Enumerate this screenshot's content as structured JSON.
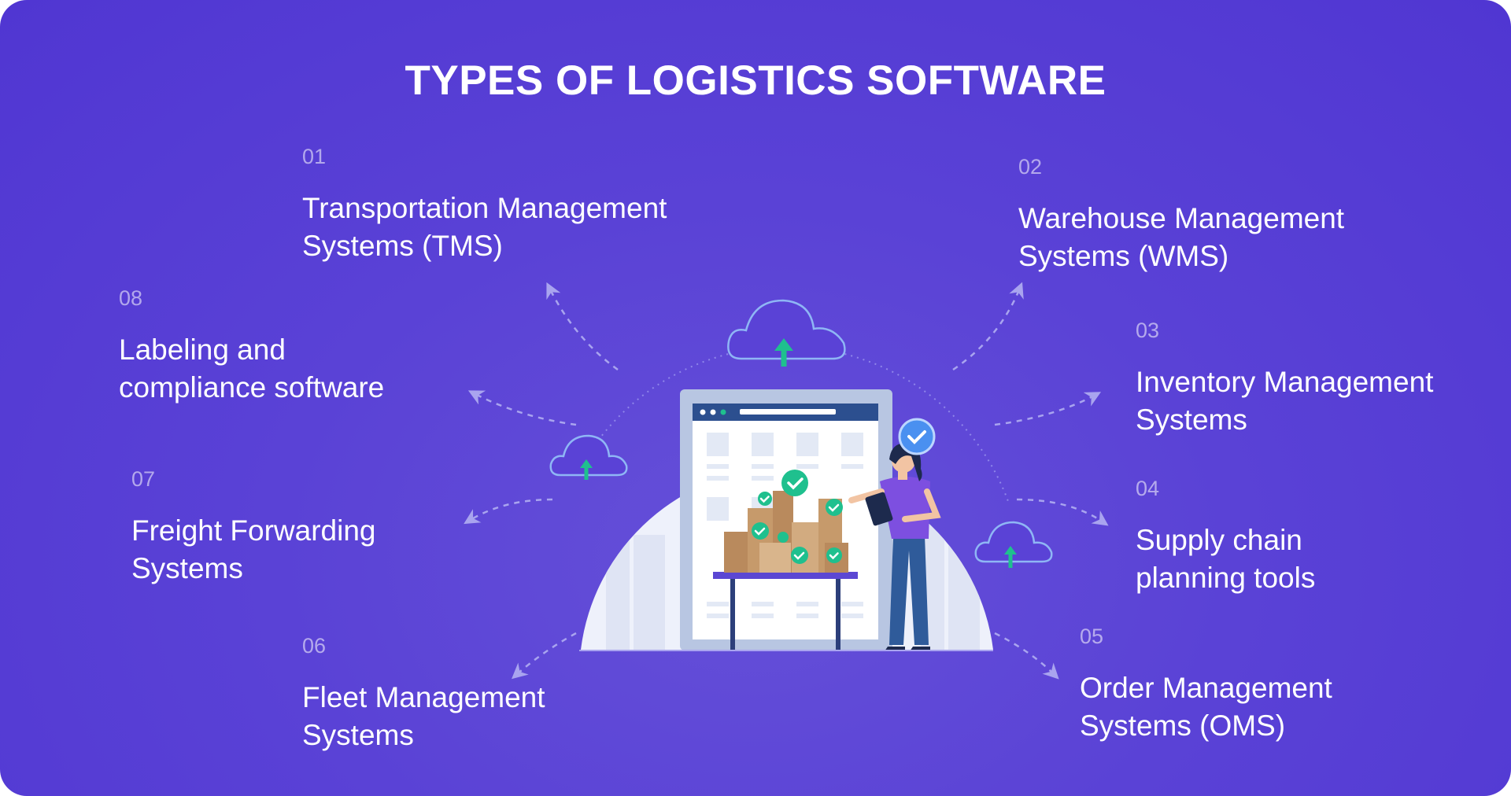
{
  "title": "TYPES OF LOGISTICS SOFTWARE",
  "colors": {
    "background": "#5a42d6",
    "text": "#ffffff",
    "accent_green": "#1fc08e",
    "check_blue": "#4a90f0",
    "box_brown": "#c69a6b"
  },
  "items": [
    {
      "num": "01",
      "line1": "Transportation Management",
      "line2": "Systems (TMS)"
    },
    {
      "num": "02",
      "line1": "Warehouse Management",
      "line2": "Systems (WMS)"
    },
    {
      "num": "03",
      "line1": "Inventory Management",
      "line2": "Systems"
    },
    {
      "num": "04",
      "line1": "Supply chain",
      "line2": "planning tools"
    },
    {
      "num": "05",
      "line1": "Order Management",
      "line2": "Systems (OMS)"
    },
    {
      "num": "06",
      "line1": "Fleet Management",
      "line2": "Systems"
    },
    {
      "num": "07",
      "line1": "Freight Forwarding",
      "line2": "Systems"
    },
    {
      "num": "08",
      "line1": "Labeling and",
      "line2": "compliance software"
    }
  ],
  "icons": [
    "cloud-upload-icon",
    "check-icon",
    "arrow-icon",
    "person-with-tablet",
    "package-boxes"
  ]
}
